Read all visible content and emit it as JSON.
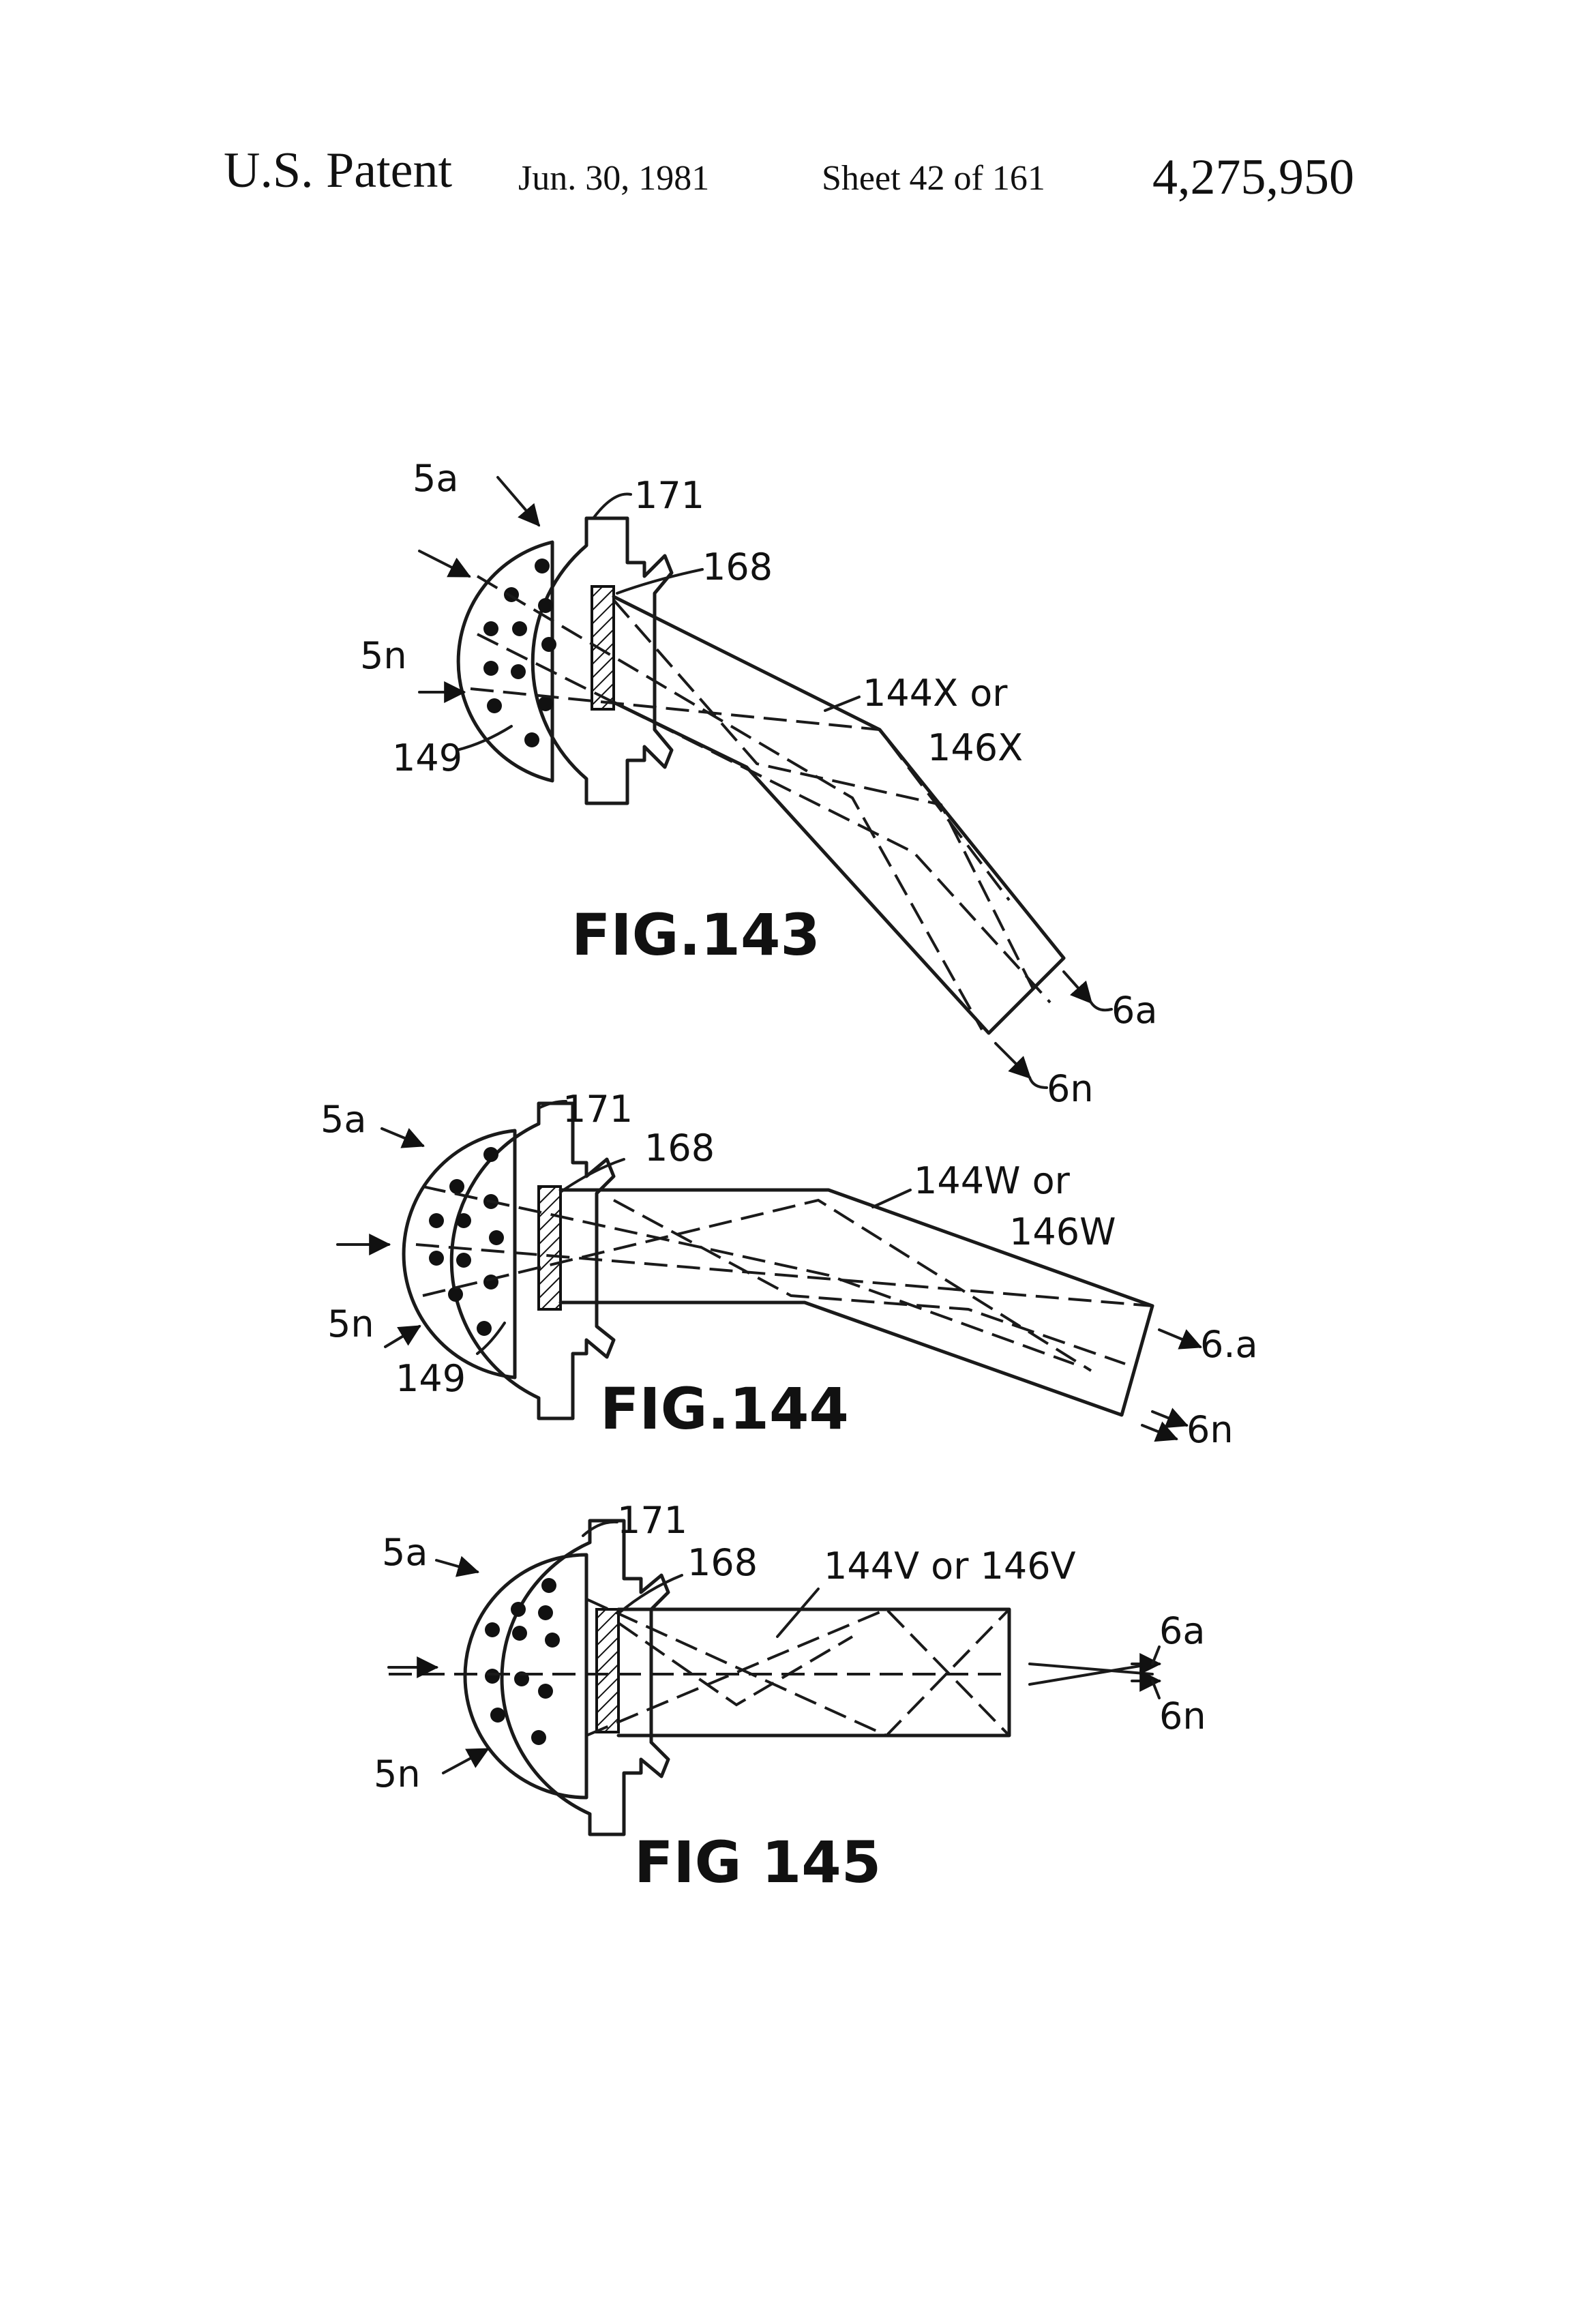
{
  "header": {
    "title": "U.S. Patent",
    "date": "Jun. 30, 1981",
    "sheet": "Sheet 42 of 161",
    "patent_number": "4,275,950"
  },
  "fig143": {
    "caption": "FIG.143",
    "labels": {
      "in_a": "5a",
      "in_n": "5n",
      "housing": "171",
      "plate": "168",
      "cell": "149",
      "prism_line1": "144X or",
      "prism_line2": "146X",
      "out_a": "6a",
      "out_n": "6n"
    }
  },
  "fig144": {
    "caption": "FIG.144",
    "labels": {
      "in_a": "5a",
      "in_n": "5n",
      "housing": "171",
      "plate": "168",
      "cell": "149",
      "prism_line1": "144W or",
      "prism_line2": "146W",
      "out_a": "6.a",
      "out_n": "6n"
    }
  },
  "fig145": {
    "caption": "FIG 145",
    "labels": {
      "in_a": "5a",
      "in_n": "5n",
      "housing": "171",
      "plate": "168",
      "prism": "144V or 146V",
      "out_a": "6a",
      "out_n": "6n"
    }
  }
}
